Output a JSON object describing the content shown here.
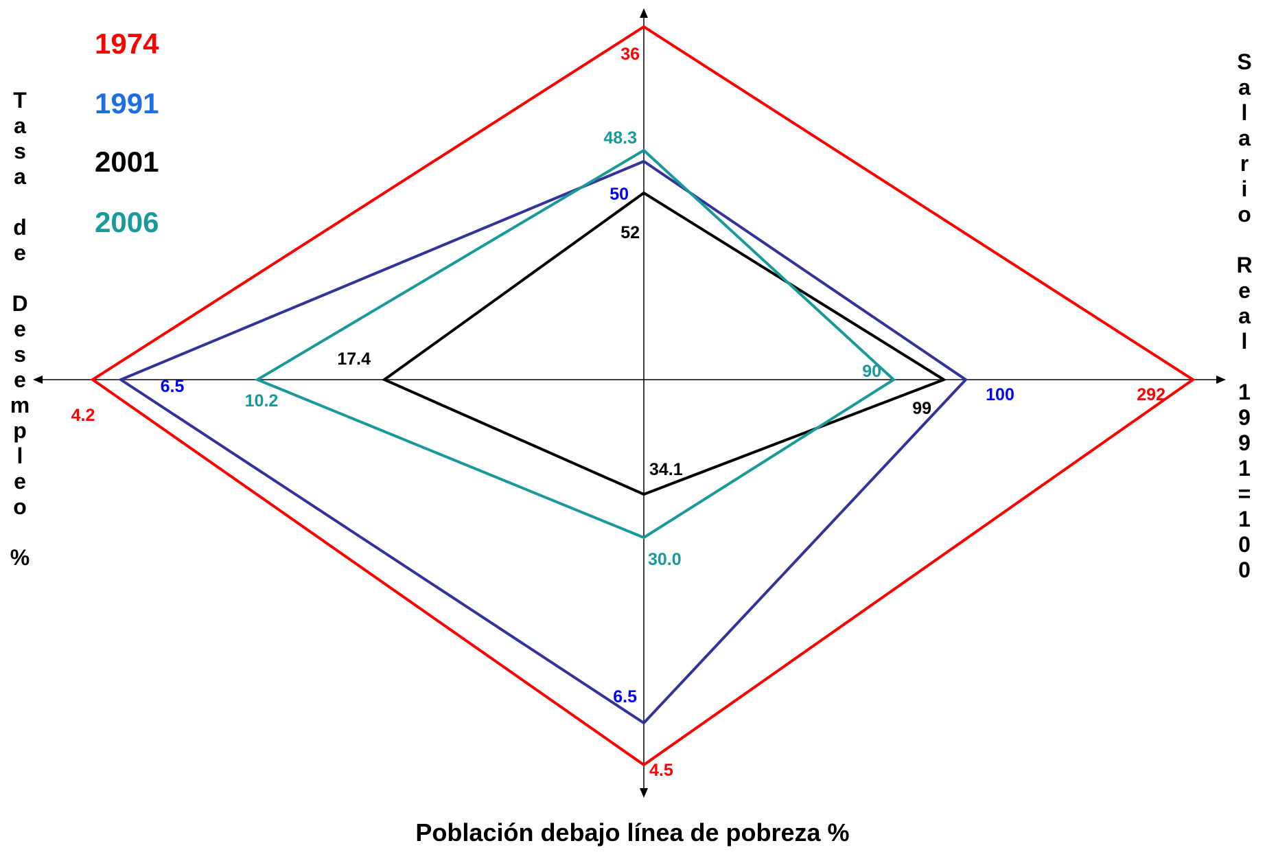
{
  "chart_data": {
    "type": "radar",
    "axes": [
      {
        "name": "Salario Real 1991=100",
        "direction": "right"
      },
      {
        "name": "Población debajo línea de pobreza %",
        "direction": "down"
      },
      {
        "name": "Tasa de Desempleo %",
        "direction": "left"
      },
      {
        "name": "",
        "direction": "up"
      }
    ],
    "series": [
      {
        "name": "1974",
        "color": "#ff0000",
        "values": {
          "right": 292,
          "down": 4.5,
          "left": 4.2,
          "up": 36
        },
        "labels": {
          "right": "292",
          "down": "4.5",
          "left": "4.2",
          "up": "36"
        }
      },
      {
        "name": "1991",
        "color": "#333399",
        "label_color": "#0000ff",
        "legend_color": "#1e6fe6",
        "values": {
          "right": 100,
          "down": 6.5,
          "left": 6.5,
          "up": 50
        },
        "labels": {
          "right": "100",
          "down": "6.5",
          "left": "6.5",
          "up": "50"
        }
      },
      {
        "name": "2001",
        "color": "#000000",
        "values": {
          "right": 99,
          "down": 34.1,
          "left": 17.4,
          "up": 52
        },
        "labels": {
          "right": "99",
          "down": "34.1",
          "left": "17.4",
          "up": "52"
        }
      },
      {
        "name": "2006",
        "color": "#199999",
        "values": {
          "right": 90,
          "down": 30.0,
          "left": 10.2,
          "up": 48.3
        },
        "labels": {
          "right": "90",
          "down": "30.0",
          "left": "10.2",
          "up": "48.3"
        }
      }
    ],
    "left_axis_label": "Tasa de Desempleo %",
    "right_axis_label": "Salario Real 1991=100",
    "bottom_axis_label": "Población debajo línea de pobreza %"
  }
}
